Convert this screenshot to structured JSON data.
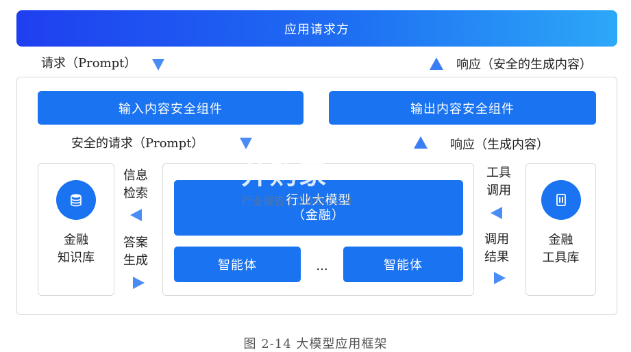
{
  "header": {
    "title": "应用请求方"
  },
  "flow_top": {
    "request_label": "请求（Prompt）",
    "response_label": "响应（安全的生成内容）"
  },
  "security": {
    "input_component": "输入内容安全组件",
    "output_component": "输出内容安全组件",
    "safe_request_label": "安全的请求（Prompt）",
    "response_label": "响应（生成内容）"
  },
  "knowledge_base": {
    "icon": "database-icon",
    "line1": "金融",
    "line2": "知识库",
    "arrow_top_line1": "信息",
    "arrow_top_line2": "检索",
    "arrow_bottom_line1": "答案",
    "arrow_bottom_line2": "生成"
  },
  "model": {
    "line1": "行业大模型",
    "line2": "（金融）",
    "agent_left": "智能体",
    "ellipsis": "...",
    "agent_right": "智能体"
  },
  "tool_library": {
    "icon": "document-icon",
    "line1": "金融",
    "line2": "工具库",
    "arrow_top_line1": "工具",
    "arrow_top_line2": "调用",
    "arrow_bottom_line1": "调用",
    "arrow_bottom_line2": "结果"
  },
  "watermark": {
    "brand": "并购家",
    "subtitle": "行业报告 | DOIDO.CN"
  },
  "caption": "图 2-14  大模型应用框架",
  "colors": {
    "primary_blue": "#1a73f0",
    "gradient_start": "#1f3ff0",
    "gradient_end": "#2da8f8",
    "arrow_blue": "#4a8cf6"
  }
}
